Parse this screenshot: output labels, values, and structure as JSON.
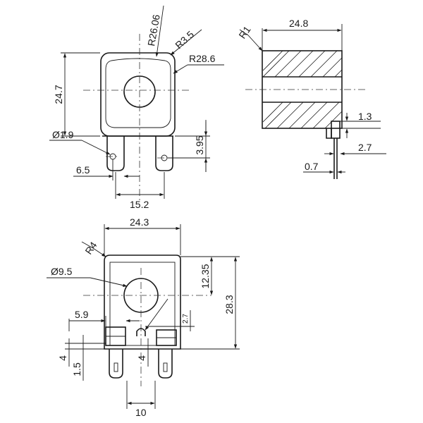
{
  "views": {
    "front": {
      "r_outer_arc": "R26.06",
      "r_corner": "R3.5",
      "r_body": "R28.6",
      "height": "24.7",
      "pin_hole": "Ø1.9",
      "hole_from_bottom": "3.95",
      "pin_offset": "6.5",
      "pin_spacing": "15.2"
    },
    "side": {
      "corner_radius": "R1",
      "length": "24.8",
      "tab_offset": "1.3",
      "tab_length": "2.7",
      "pin_thickness": "0.7"
    },
    "bottom": {
      "width": "24.3",
      "corner_radius": "R4",
      "bore": "Ø9.5",
      "bore_center": "12.35",
      "height": "28.3",
      "slot_offset": "5.9",
      "small_height": "2.7",
      "pin_step": "4",
      "pin_base": "1.5",
      "center_pin": "4",
      "pin_spacing": "10"
    }
  }
}
